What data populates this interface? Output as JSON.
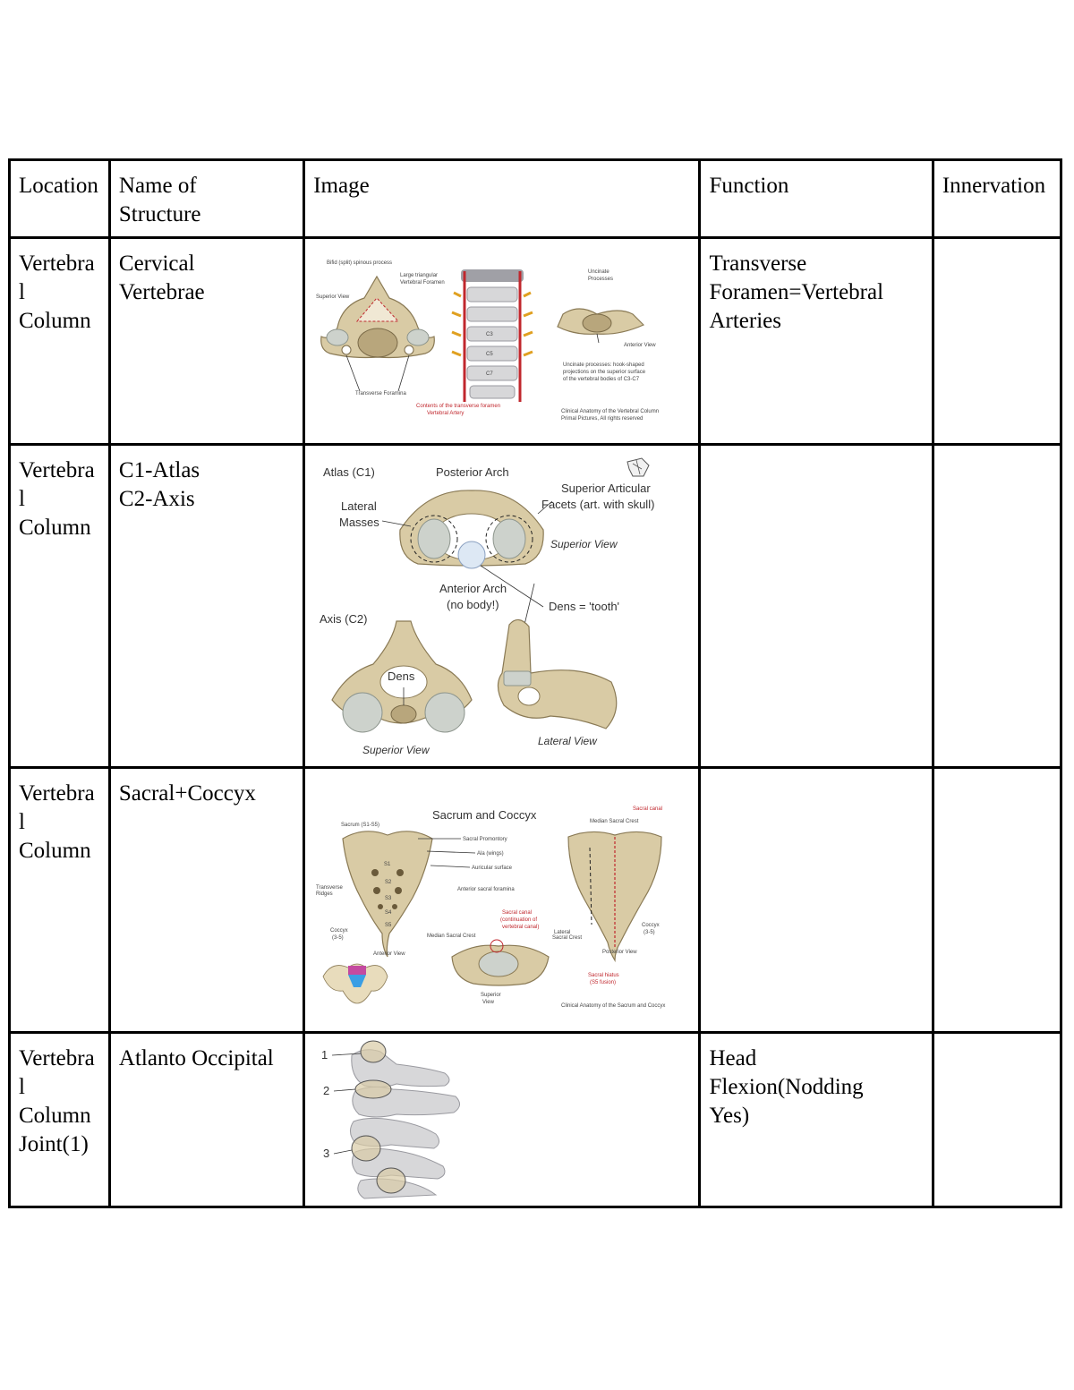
{
  "table": {
    "headers": {
      "location": "Location",
      "name": [
        "Name of",
        "Structure"
      ],
      "image": "Image",
      "function": "Function",
      "innervation": "Innervation"
    },
    "rows": [
      {
        "location": [
          "Vertebra",
          "l",
          "Column"
        ],
        "name": [
          "Cervical",
          "Vertebrae"
        ],
        "function": [
          "Transverse",
          "Foramen=Vertebral",
          "Arteries"
        ],
        "innervation": "",
        "image": {
          "figure": "cervical-vertebrae-figure",
          "labels": {
            "arrow_c3": "C3",
            "arrow_c5": "C5",
            "arrow_c7": "C7"
          }
        }
      },
      {
        "location": [
          "Vertebra",
          "l",
          "Column"
        ],
        "name": [
          "C1-Atlas",
          "C2-Axis"
        ],
        "function": "",
        "innervation": "",
        "image": {
          "figure": "atlas-axis-figure",
          "labels": {
            "atlas": "Atlas (C1)",
            "posterior_arch": "Posterior Arch",
            "superior_facets_1": "Superior Articular",
            "superior_facets_2": "Facets (art. with skull)",
            "lateral_masses_1": "Lateral",
            "lateral_masses_2": "Masses",
            "superior_view_top": "Superior View",
            "anterior_arch_1": "Anterior Arch",
            "anterior_arch_2": "(no body!)",
            "dens_tooth": "Dens = 'tooth'",
            "axis": "Axis (C2)",
            "dens": "Dens",
            "superior_view_bottom": "Superior View",
            "lateral_view": "Lateral View"
          }
        }
      },
      {
        "location": [
          "Vertebra",
          "l",
          "Column"
        ],
        "name": [
          "Sacral+Coccyx"
        ],
        "function": "",
        "innervation": "",
        "image": {
          "figure": "sacrum-coccyx-figure",
          "labels": {
            "title": "Sacrum and Coccyx",
            "s1": "S1",
            "s2": "S2",
            "s3": "S3",
            "s4": "S4",
            "s5": "S5"
          }
        }
      },
      {
        "location": [
          "Vertebra",
          "l",
          "Column",
          "Joint(1)"
        ],
        "name": [
          "Atlanto Occipital"
        ],
        "function": [
          "Head",
          "Flexion(Nodding",
          "Yes)"
        ],
        "innervation": "",
        "image": {
          "figure": "atlanto-occipital-figure",
          "labels": {
            "n1": "1",
            "n2": "2",
            "n3": "3"
          }
        }
      }
    ]
  },
  "colors": {
    "bone": "#d9cba5",
    "cartilage": "#cdd2cc",
    "artery_red": "#c0272d",
    "dens_highlight": "#dde8f4"
  }
}
